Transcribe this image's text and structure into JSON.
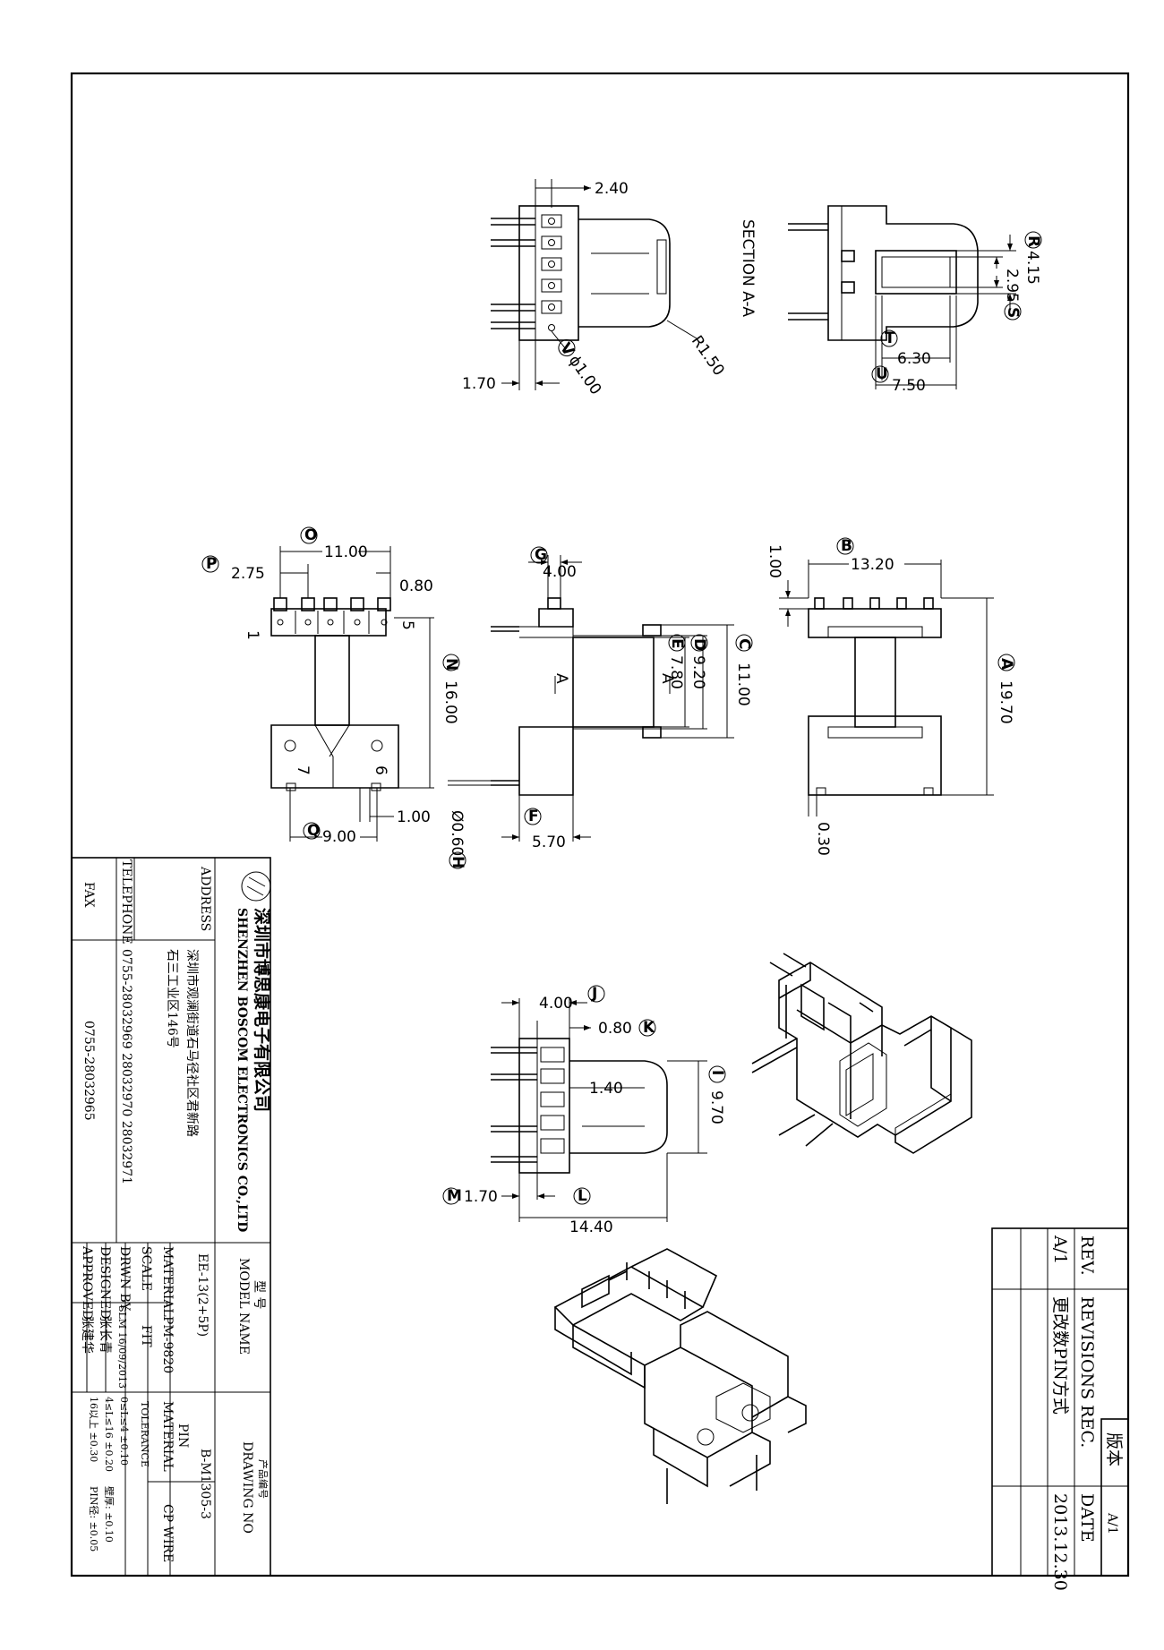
{
  "company": {
    "name_cn": "深圳市博思康电子有限公司",
    "name_en": "SHENZHEN BOSCOM ELECTRONICS CO.,LTD",
    "address_label": "ADDRESS",
    "address_line1": "深圳市观澜街道石马径社区君新路",
    "address_line2": "石三工业区146号",
    "telephone_label": "TELEPHONE",
    "telephone": "0755-28032969 28032970 28032971",
    "fax_label": "FAX",
    "fax": "0755-28032965"
  },
  "title_block": {
    "model_label_cn": "型 号",
    "model_label_en": "MODEL NAME",
    "model": "EE-13(2+5P)",
    "drawing_label_cn": "产品编号",
    "drawing_label_en": "DRAWING NO",
    "drawing_no": "B-M1305-3",
    "material_label": "MATERIAL",
    "material": "PM-9820",
    "scale_label": "SCALE",
    "scale": "FIT",
    "drawn_label": "DRWN BY",
    "drawn": "SLM 16/09/2013",
    "designed_label": "DESIGNED",
    "designed": "张长青",
    "approved_label": "APPROVED",
    "approved": "张建华",
    "pin_label": "PIN",
    "pin_material_label": "MATERIAL",
    "pin_material": "CP WIRE",
    "tolerance_label": "TOLERANCE",
    "tol_1": "0≤L≤4  ±0.10",
    "tol_2": "4≤L≤16 ±0.20",
    "tol_3": "16以上  ±0.30",
    "wall_tol": "壁厚: ±0.10",
    "pin_tol": "PIN径: ±0.05"
  },
  "revision_block": {
    "version_cn": "版本",
    "version": "A/1",
    "rev_label": "REV.",
    "rev_records_label": "REVISIONS REC.",
    "date_label": "DATE",
    "rev": "A/1",
    "rev_text": "更改数PIN方式",
    "date": "2013.12.30"
  },
  "views": {
    "section_label": "SECTION  A-A",
    "pin_1": "1",
    "pin_5": "5",
    "pin_6": "6",
    "pin_7": "7",
    "section_arrow": "A"
  },
  "dimensions": [
    {
      "id": "top-2.40",
      "value": "2.40"
    },
    {
      "id": "top-1.70",
      "value": "1.70"
    },
    {
      "id": "top-phi1.00",
      "value": "ϕ1.00",
      "marker": "V"
    },
    {
      "id": "top-R1.50",
      "value": "R1.50"
    },
    {
      "id": "sec-4.15",
      "value": "4.15",
      "marker": "R"
    },
    {
      "id": "sec-2.95",
      "value": "2.95",
      "marker": "S"
    },
    {
      "id": "sec-6.30",
      "value": "6.30",
      "marker": "T"
    },
    {
      "id": "sec-7.50",
      "value": "7.50",
      "marker": "U"
    },
    {
      "id": "left-11.00",
      "value": "11.00",
      "marker": "O"
    },
    {
      "id": "left-2.75",
      "value": "2.75",
      "marker": "P"
    },
    {
      "id": "left-0.80",
      "value": "0.80"
    },
    {
      "id": "left-16.00",
      "value": "16.00",
      "marker": "N"
    },
    {
      "id": "left-1.00",
      "value": "1.00"
    },
    {
      "id": "left-9.00",
      "value": "9.00",
      "marker": "Q"
    },
    {
      "id": "mid-4.00",
      "value": "4.00",
      "marker": "G"
    },
    {
      "id": "mid-9.20",
      "value": "9.20",
      "marker": "D"
    },
    {
      "id": "mid-7.80",
      "value": "7.80",
      "marker": "E"
    },
    {
      "id": "mid-11.00",
      "value": "11.00",
      "marker": "C"
    },
    {
      "id": "mid-0.60",
      "value": "Ø0.60",
      "marker": "H"
    },
    {
      "id": "mid-5.70",
      "value": "5.70",
      "marker": "F"
    },
    {
      "id": "right-1.00",
      "value": "1.00"
    },
    {
      "id": "right-13.20",
      "value": "13.20",
      "marker": "B"
    },
    {
      "id": "right-19.70",
      "value": "19.70",
      "marker": "A"
    },
    {
      "id": "right-0.30",
      "value": "0.30"
    },
    {
      "id": "bot-4.00",
      "value": "4.00",
      "marker": "J"
    },
    {
      "id": "bot-0.80",
      "value": "0.80",
      "marker": "K"
    },
    {
      "id": "bot-1.40",
      "value": "1.40"
    },
    {
      "id": "bot-9.70",
      "value": "9.70",
      "marker": "I"
    },
    {
      "id": "bot-1.70",
      "value": "1.70",
      "marker": "M"
    },
    {
      "id": "bot-14.40",
      "value": "14.40",
      "marker": "L"
    }
  ]
}
